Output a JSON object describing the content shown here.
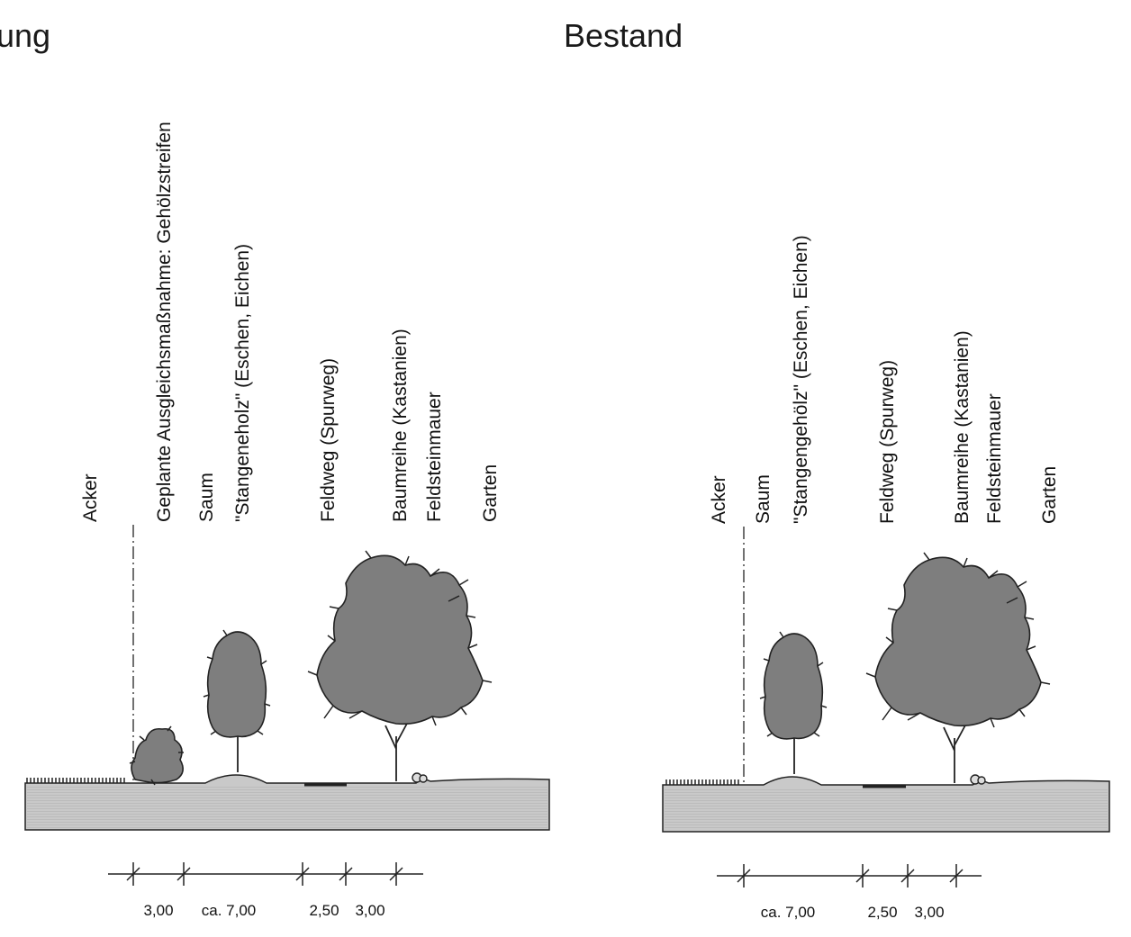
{
  "left_panel": {
    "title": "ung",
    "labels": [
      "Acker",
      "Geplante Ausgleichsmaßnahme: Gehölzstreifen",
      "Saum",
      "\"Stangeneholz\" (Eschen, Eichen)",
      "Feldweg (Spurweg)",
      "Baumreihe (Kastanien)",
      "Feldsteinmauer",
      "Garten"
    ],
    "dimensions": [
      "3,00",
      "ca. 7,00",
      "2,50",
      "3,00"
    ]
  },
  "right_panel": {
    "title": "Bestand",
    "labels": [
      "Acker",
      "Saum",
      "\"Stangengehölz\" (Eschen, Eichen)",
      "Feldweg (Spurweg)",
      "Baumreihe (Kastanien)",
      "Feldsteinmauer",
      "Garten"
    ],
    "dimensions": [
      "ca. 7,00",
      "2,50",
      "3,00"
    ]
  },
  "colors": {
    "ground": "#c9c9c9",
    "crown": "#7e7e7e",
    "line": "#222222"
  }
}
